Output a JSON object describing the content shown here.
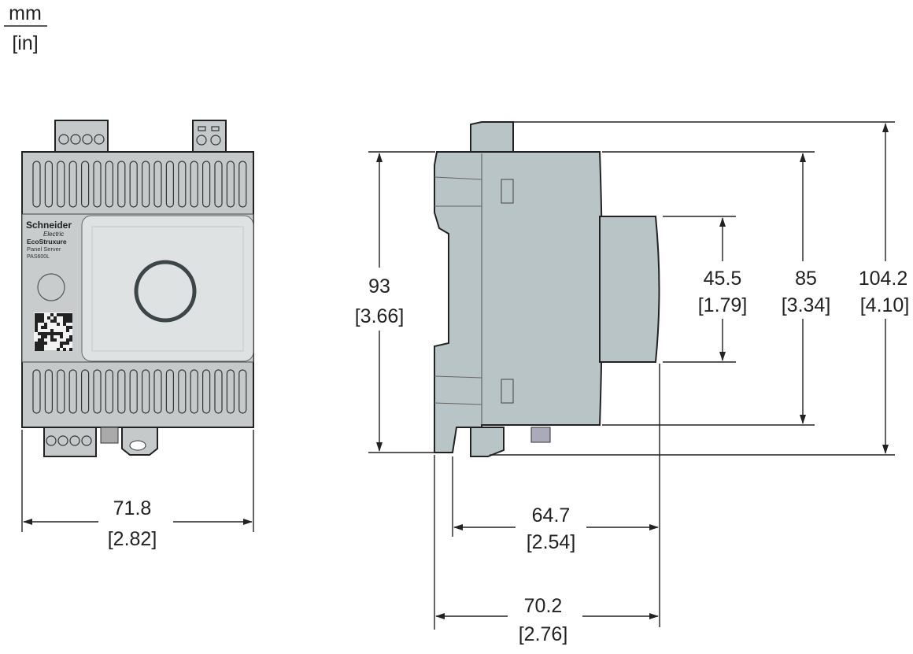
{
  "units": {
    "primary": "mm",
    "secondary": "[in]"
  },
  "device_label": {
    "brand": "Schneider",
    "brand_sub": "Electric",
    "product_line": "EcoStruxure",
    "product": "Panel Server",
    "model": "PAS600L"
  },
  "dimensions": {
    "width": {
      "mm": "71.8",
      "in": "[2.82]"
    },
    "height_din": {
      "mm": "93",
      "in": "[3.66]"
    },
    "front_height": {
      "mm": "45.5",
      "in": "[1.79]"
    },
    "body_height": {
      "mm": "85",
      "in": "[3.34]"
    },
    "total_height": {
      "mm": "104.2",
      "in": "[4.10]"
    },
    "depth_body": {
      "mm": "64.7",
      "in": "[2.54]"
    },
    "depth_total": {
      "mm": "70.2",
      "in": "[2.76]"
    }
  },
  "colors": {
    "body": "#c5c9ca",
    "side": "#b8c4c6",
    "line": "#222222"
  }
}
